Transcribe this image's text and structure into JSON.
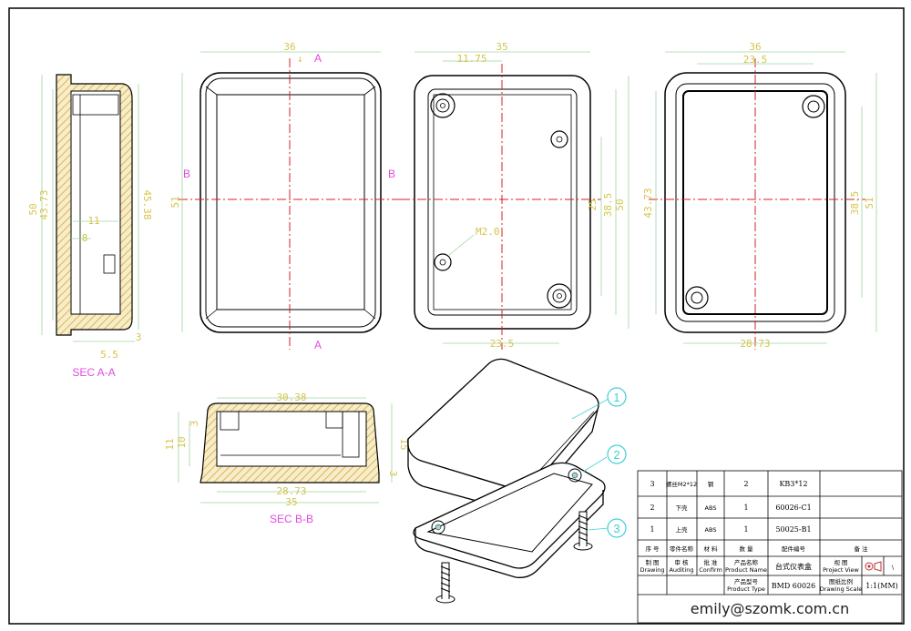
{
  "colors": {
    "dimension": "#d6c44a",
    "centerline": "#d62020",
    "section": "#e04be0",
    "callout": "#3fd0d6",
    "dimline": "#9ed69e",
    "outline": "#000000",
    "hatch": "#e6c87a"
  },
  "section_aa": {
    "label": "SEC A-A",
    "dims": {
      "overall_h": "50",
      "inner_h": "43.73",
      "right_h": "45.38",
      "wall": "11",
      "lip": "8",
      "bottom": "5.5",
      "thick": "3"
    }
  },
  "top_view": {
    "width": "36",
    "height": "51",
    "marker_a_top": "A",
    "marker_a_bottom": "A",
    "marker_b_left": "B",
    "marker_b_right": "B"
  },
  "inner_view": {
    "width": "35",
    "offset": "11.75",
    "bottom_width": "23.5",
    "heights": [
      "25",
      "38.5",
      "50"
    ],
    "hole_note": "M2.0"
  },
  "bottom_view": {
    "width": "36",
    "inner_width": "23.5",
    "left_h": "43.73",
    "heights": [
      "38.5",
      "51"
    ],
    "bottom_width": "28.73"
  },
  "section_bb": {
    "label": "SEC B-B",
    "dims": {
      "top": "30.38",
      "left_outer": "11",
      "left_mid": "10",
      "left_top": "3",
      "right_h": "15",
      "right_b": "3",
      "bottom_inner": "28.73",
      "bottom_outer": "35"
    }
  },
  "callouts": [
    "1",
    "2",
    "3"
  ],
  "title_block": {
    "parts": [
      {
        "no": "3",
        "name": "螺丝M2*12",
        "material": "钢",
        "qty": "2",
        "code": "KB3*12"
      },
      {
        "no": "2",
        "name": "下壳",
        "material": "ABS",
        "qty": "1",
        "code": "60026-C1"
      },
      {
        "no": "1",
        "name": "上壳",
        "material": "ABS",
        "qty": "1",
        "code": "50025-B1"
      }
    ],
    "headers": {
      "no": "序 号",
      "name": "零件名称",
      "material": "材 料",
      "qty": "数 量",
      "code": "配件编号",
      "remark": "备 注"
    },
    "drawing_cn": "制 图",
    "drawing_en": "Drawing",
    "auditing_cn": "审 核",
    "auditing_en": "Auditing",
    "confirm_cn": "批 准",
    "confirm_en": "Confirm",
    "product_name_cn": "产品名称",
    "product_name_en": "Product Name",
    "product_name_value": "台式仪表盒",
    "project_view_cn": "视 图",
    "project_view_en": "Project View",
    "product_type_cn": "产品型号",
    "product_type_en": "Product Type",
    "product_type_value": "BMD 60026",
    "scale_cn": "图纸比例",
    "scale_en": "Drawing Scale",
    "scale_value": "1:1(MM)",
    "email": "emily@szomk.com.cn"
  }
}
